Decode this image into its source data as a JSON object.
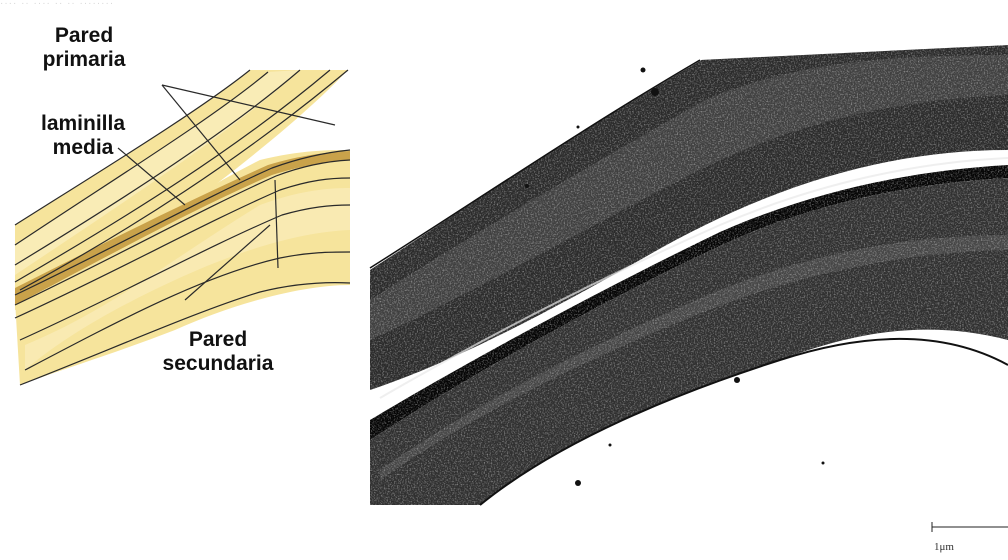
{
  "header": {
    "faint_text": "···· ·· ···· ·· ·· ········"
  },
  "labels": {
    "pared_primaria": "Pared\nprimaria",
    "laminilla_media": "laminilla\nmedia",
    "pared_secundaria": "Pared\nsecundaria"
  },
  "scale_bar": {
    "label": "1μm"
  },
  "colors": {
    "diagram_fill": "#f4e39a",
    "diagram_fill_light": "#fbefb8",
    "lamella_fill": "#c9a24a",
    "line": "#2a2a2a",
    "micrograph_dark": "#1a1a1a"
  }
}
